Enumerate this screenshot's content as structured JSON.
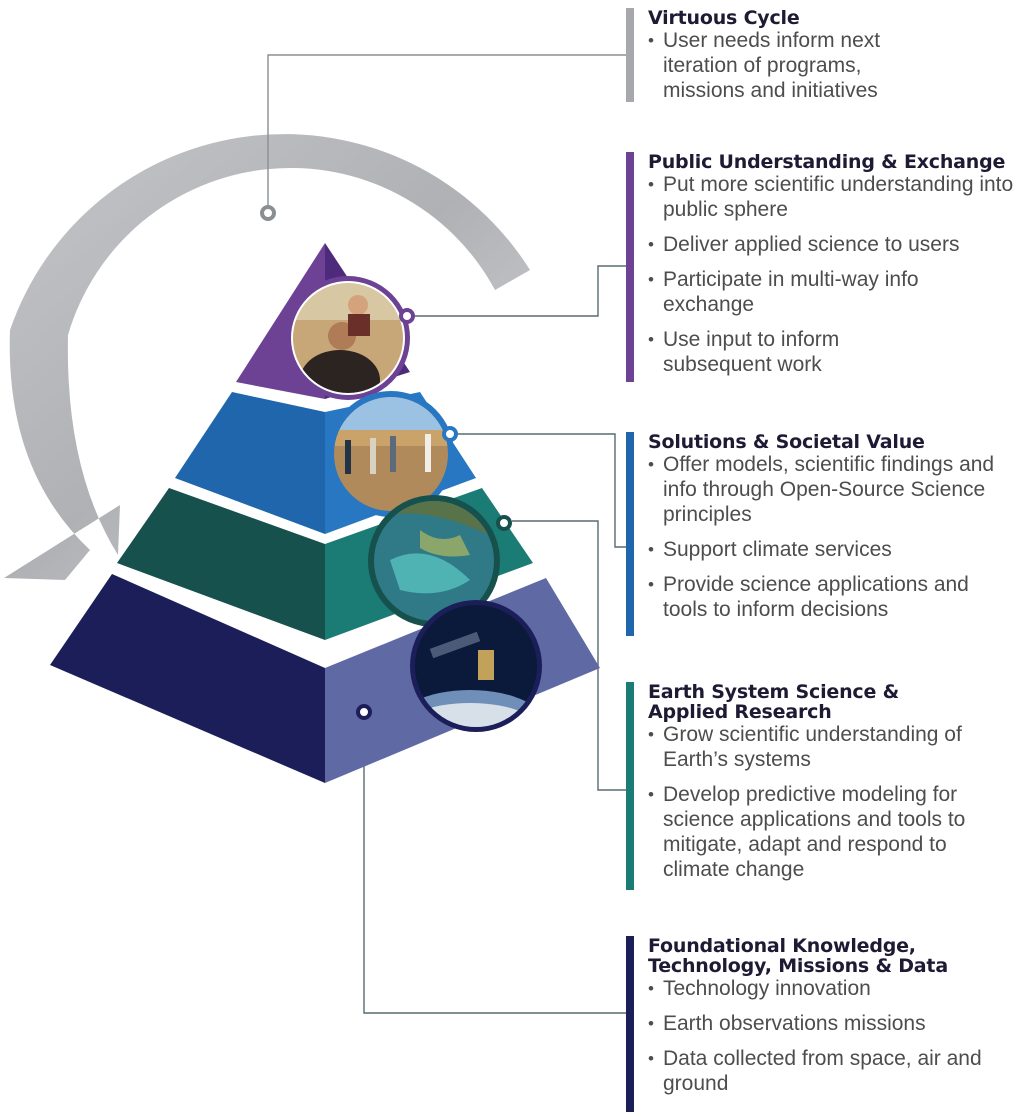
{
  "colors": {
    "virtuous": "#a7a8ab",
    "public": "#6d4295",
    "solutions": "#1f66ad",
    "research": "#1a7c75",
    "foundation": "#1c1e5a",
    "connector": "#566b72"
  },
  "sections": [
    {
      "key": "virtuous",
      "title": "Virtuous Cycle",
      "items": [
        "User needs inform next iteration of programs, missions and initiatives"
      ]
    },
    {
      "key": "public",
      "title": "Public Understanding & Exchange",
      "items": [
        "Put more scientific understanding into public sphere",
        "Deliver applied science to users",
        "Participate in multi-way info exchange",
        "Use input to inform subsequent work"
      ]
    },
    {
      "key": "solutions",
      "title": "Solutions & Societal Value",
      "items": [
        "Offer models, scientific findings and info through Open-Source Science principles",
        "Support climate services",
        "Provide science applications and tools to inform decisions"
      ]
    },
    {
      "key": "research",
      "title": "Earth System Science & Applied Research",
      "items": [
        "Grow scientific understanding of Earth’s systems",
        "Develop predictive modeling for science applications and tools to mitigate, adapt and respond to climate change"
      ]
    },
    {
      "key": "foundation",
      "title": "Foundational Knowledge, Technology, Missions & Data",
      "items": [
        "Technology innovation",
        "Earth observations missions",
        "Data collected from space, air and ground"
      ]
    }
  ],
  "photos": [
    {
      "key": "public",
      "subject": "father-child"
    },
    {
      "key": "solutions",
      "subject": "people-field"
    },
    {
      "key": "research",
      "subject": "coastline"
    },
    {
      "key": "foundation",
      "subject": "satellite"
    }
  ]
}
